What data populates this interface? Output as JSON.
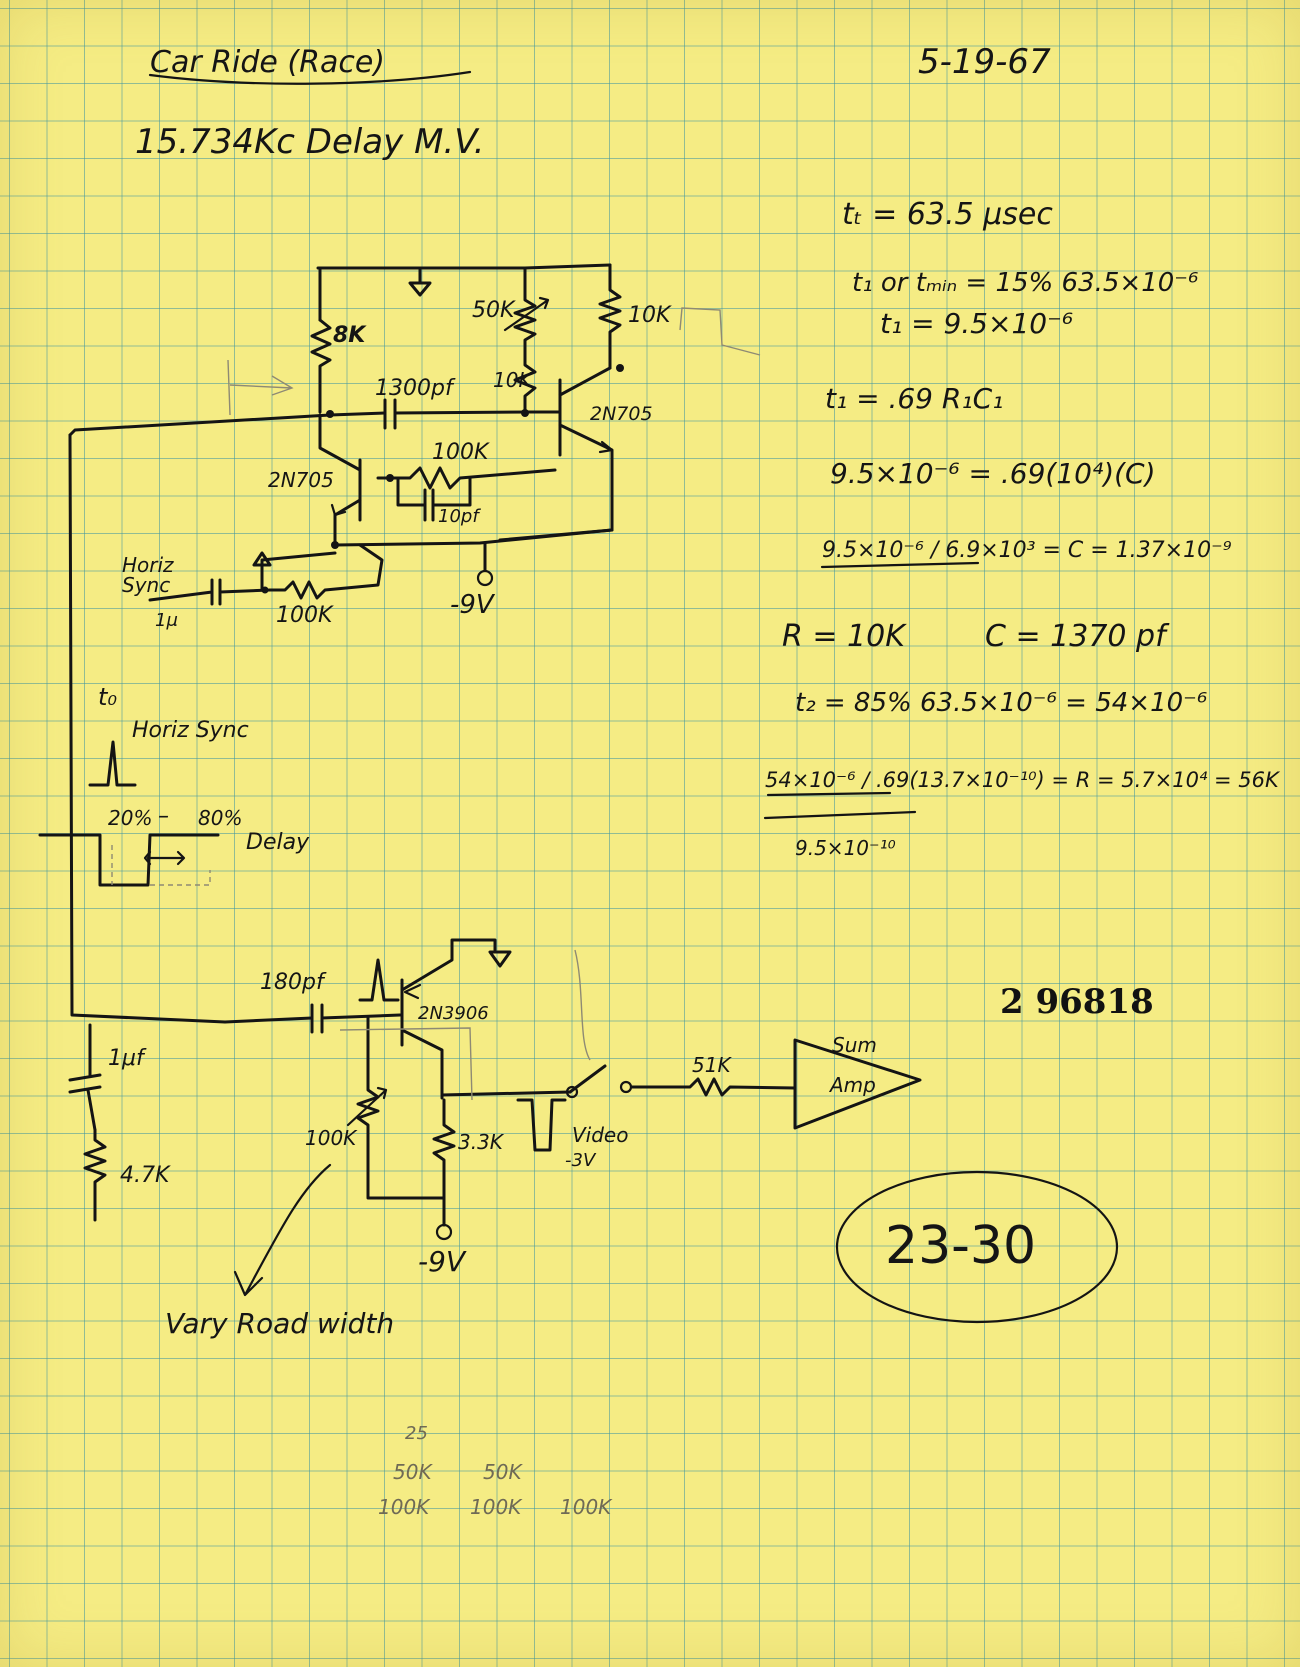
{
  "header": {
    "title": "Car Ride (Race)",
    "subtitle": "15.734Kc Delay M.V.",
    "date": "5-19-67"
  },
  "equations": [
    "tₜ = 63.5 μsec",
    "t₁ or tₘᵢₙ = 15% 63.5×10⁻⁶",
    "t₁ = 9.5×10⁻⁶",
    "t₁ = .69 R₁C₁",
    "9.5×10⁻⁶ = .69(10⁴)(C)",
    "9.5×10⁻⁶ / 6.9×10³ = C = 1.37×10⁻⁹",
    "R = 10K",
    "C = 1370 pf",
    "t₂ = 85% 63.5×10⁻⁶ = 54×10⁻⁶",
    "54×10⁻⁶ / .69(13.7×10⁻¹⁰) = R = 5.7×10⁴ = 56K",
    "9.5×10⁻¹⁰"
  ],
  "upper_circuit": {
    "labels": [
      "8K",
      "50K",
      "10K",
      "10K",
      "1300pf",
      "100K",
      "2N705",
      "2N705",
      "10pf",
      "-9V",
      "100K"
    ],
    "horiz_sync_input": "Horiz Sync",
    "coupling_cap": "1μ"
  },
  "timing": {
    "t0": "t₀",
    "sync_label": "Horiz Sync",
    "range_left": "20%",
    "dash": "–",
    "range_right": "80%",
    "delay_label": "Delay"
  },
  "lower_circuit": {
    "cap_180": "180pf",
    "transistor": "2N3906",
    "cap_1uf": "1μf",
    "res_47k": "4.7K",
    "pot_100k": "100K",
    "res_33k": "3.3K",
    "res_51k": "51K",
    "video_label": "Video",
    "video_level": "-3V",
    "supply": "-9V",
    "summing_label_1": "Sum",
    "summing_label_2": "Amp",
    "note": "Vary Road width"
  },
  "stamp_number": "2 96818",
  "circled_code": "23-30",
  "pencil_notes": [
    "25",
    "50K",
    "50K",
    "100K",
    "100K",
    "100K"
  ]
}
